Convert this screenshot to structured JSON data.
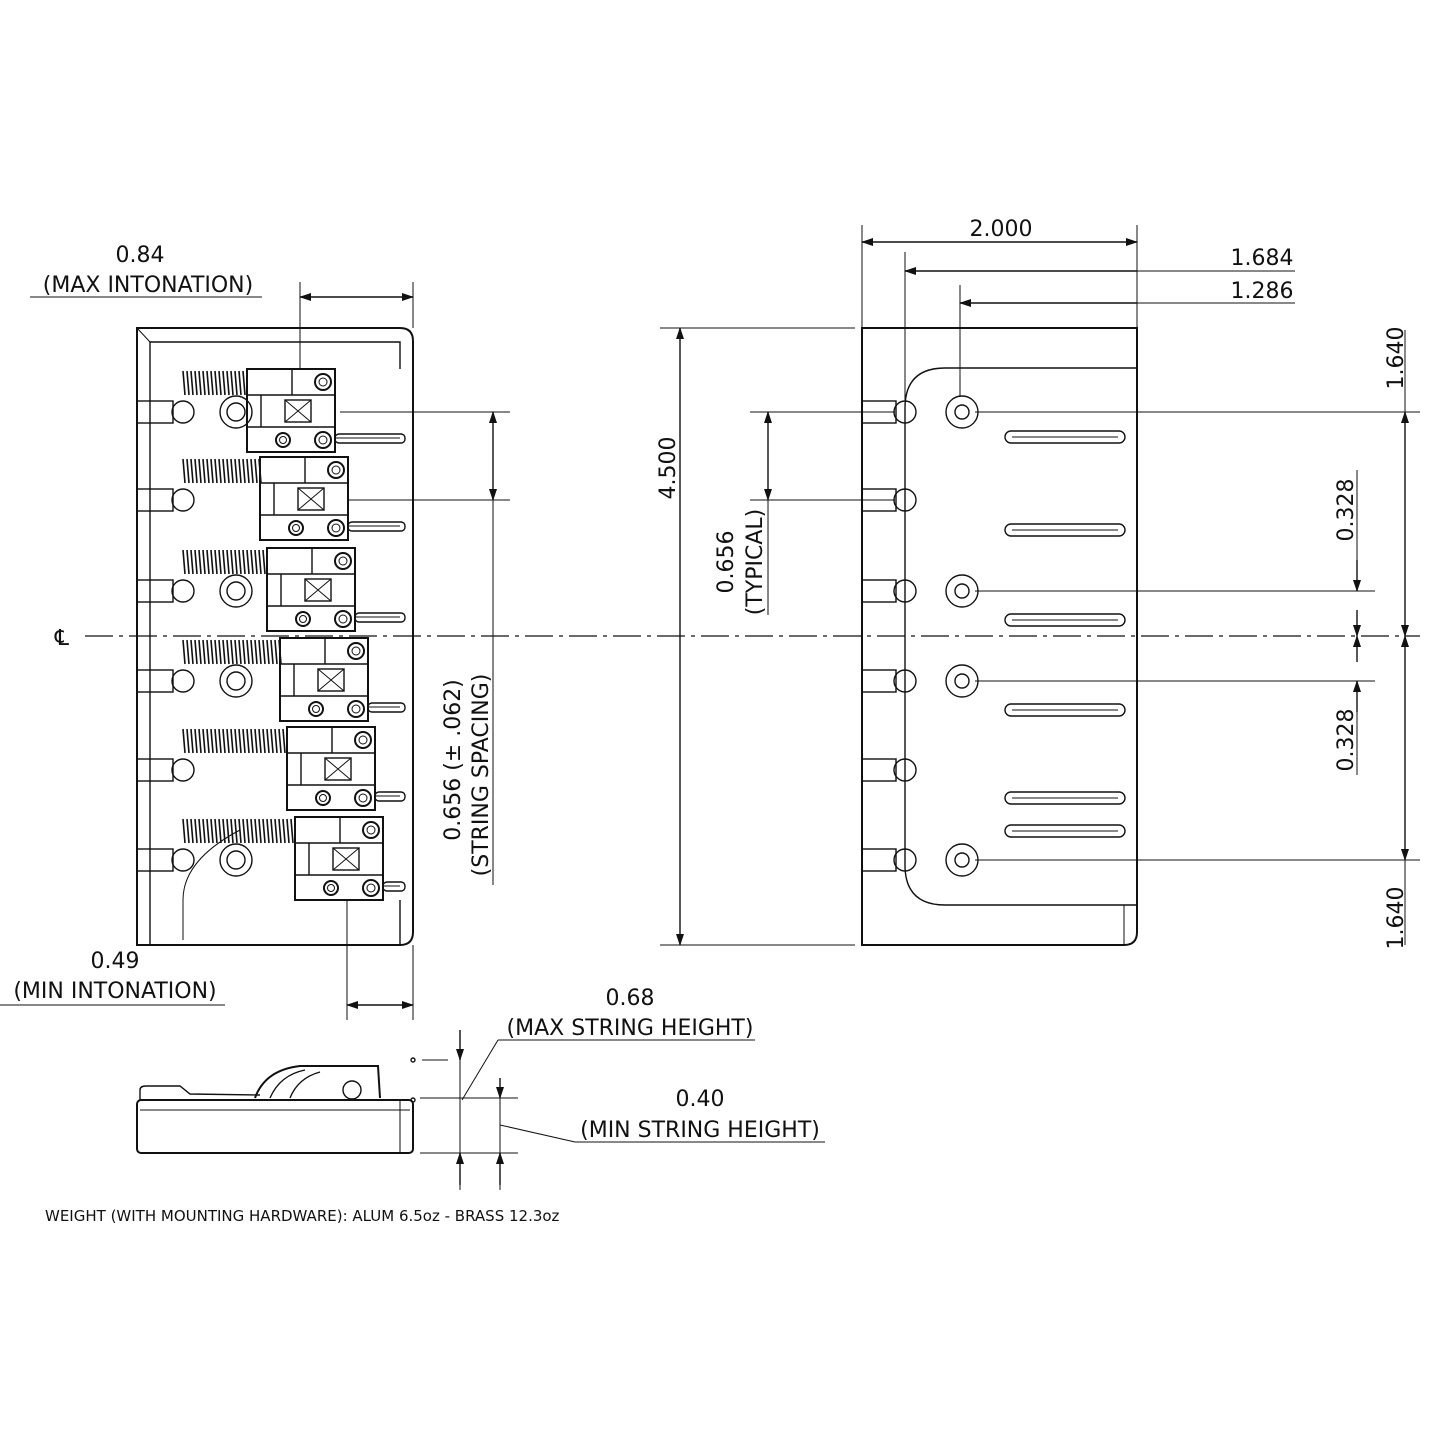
{
  "top_view": {
    "max_intonation_value": "0.84",
    "max_intonation_label": "(MAX INTONATION)",
    "min_intonation_value": "0.49",
    "min_intonation_label": "(MIN INTONATION)",
    "string_spacing_value": "0.656 (± .062)",
    "string_spacing_label": "(STRING SPACING)",
    "centerline_symbol": "℄",
    "string_count": 6
  },
  "bottom_view": {
    "overall_length": "4.500",
    "typical_value": "0.656",
    "typical_label": "(TYPICAL)",
    "width": "2.000",
    "pin_offset": "1.684",
    "hole_offset": "1.286",
    "outer_hole_top": "1.640",
    "outer_hole_bottom": "1.640",
    "inner_hole_top": "0.328",
    "inner_hole_bottom": "0.328"
  },
  "side_view": {
    "max_height_value": "0.68",
    "max_height_label": "(MAX STRING HEIGHT)",
    "min_height_value": "0.40",
    "min_height_label": "(MIN STRING HEIGHT)"
  },
  "footer": {
    "weight_note": "WEIGHT (WITH MOUNTING HARDWARE): ALUM 6.5oz  - BRASS 12.3oz"
  }
}
